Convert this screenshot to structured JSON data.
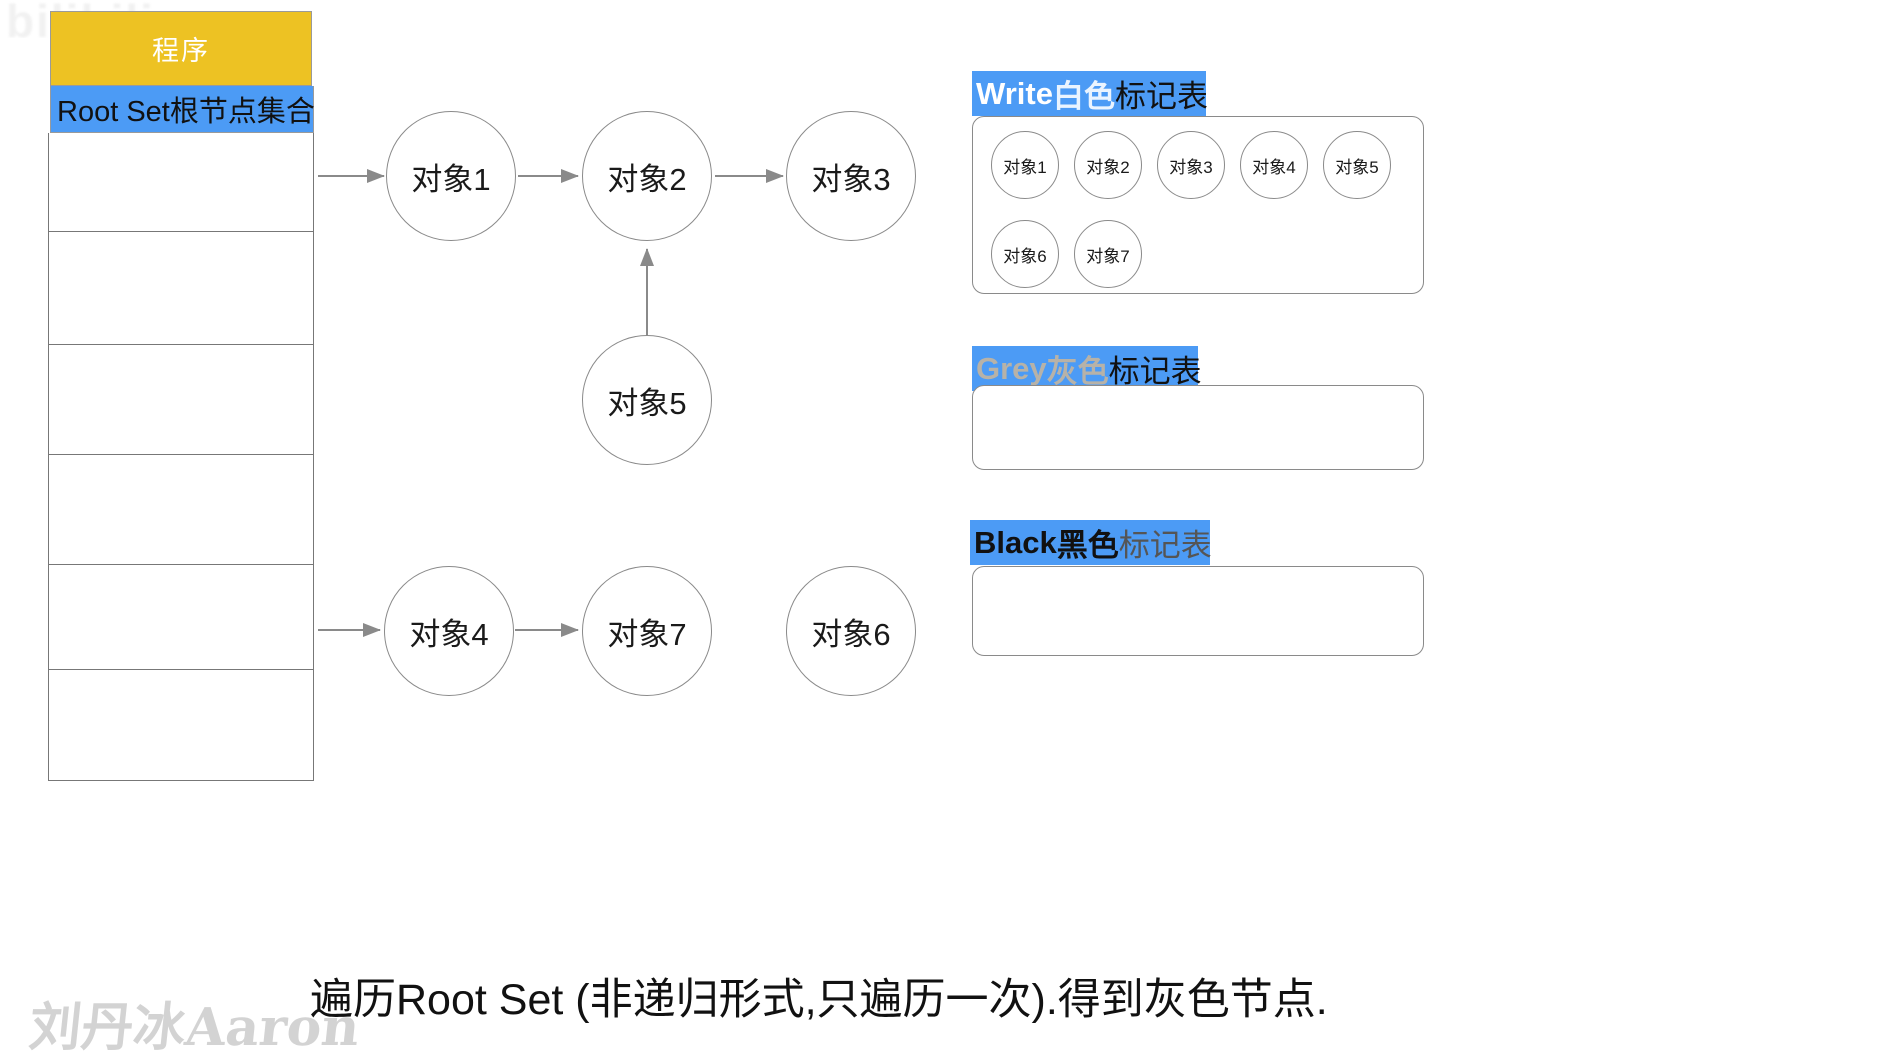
{
  "watermarks": {
    "top": "bilibili",
    "bottom": "刘丹冰Aaron"
  },
  "program_box": {
    "label": "程序",
    "bg_color": "#edc223",
    "text_color": "#ffffff"
  },
  "root_set": {
    "header_label": "Root Set根节点集合",
    "header_bg": "#4c9bf5",
    "row_count": 6,
    "rows": [
      "",
      "",
      "",
      "",
      "",
      ""
    ]
  },
  "graph": {
    "nodes": [
      {
        "id": "obj1",
        "label": "对象1"
      },
      {
        "id": "obj2",
        "label": "对象2"
      },
      {
        "id": "obj3",
        "label": "对象3"
      },
      {
        "id": "obj5",
        "label": "对象5"
      },
      {
        "id": "obj4",
        "label": "对象4"
      },
      {
        "id": "obj7",
        "label": "对象7"
      },
      {
        "id": "obj6",
        "label": "对象6"
      }
    ],
    "edges": [
      {
        "from": "root-set",
        "to": "obj1"
      },
      {
        "from": "obj1",
        "to": "obj2"
      },
      {
        "from": "obj2",
        "to": "obj3"
      },
      {
        "from": "obj5",
        "to": "obj2"
      },
      {
        "from": "root-set",
        "to": "obj4"
      },
      {
        "from": "obj4",
        "to": "obj7"
      }
    ]
  },
  "mark_tables": [
    {
      "id": "white",
      "label_en": "Write",
      "label_cn": "白色",
      "label_tail": "标记表",
      "en_color": "#ffffff",
      "cn_color": "#eaf4ff",
      "tail_color": "#111111",
      "items": [
        "对象1",
        "对象2",
        "对象3",
        "对象4",
        "对象5",
        "对象6",
        "对象7"
      ]
    },
    {
      "id": "grey",
      "label_en": "Grey",
      "label_cn": "灰色",
      "label_tail": "标记表",
      "en_color": "#b7b2a8",
      "cn_color": "#b7b2a8",
      "tail_color": "#111111",
      "items": []
    },
    {
      "id": "black",
      "label_en": "Black",
      "label_cn": "黑色",
      "label_tail": "标记表",
      "en_color": "#111111",
      "cn_color": "#111111",
      "tail_color": "#555555",
      "items": []
    }
  ],
  "caption": {
    "text": "遍历Root Set (非递归形式,只遍历一次).得到灰色节点."
  },
  "colors": {
    "accent_blue": "#4c9bf5",
    "program_yellow": "#edc223",
    "stroke_gray": "#8a8a8a",
    "table_gray": "#777777"
  }
}
